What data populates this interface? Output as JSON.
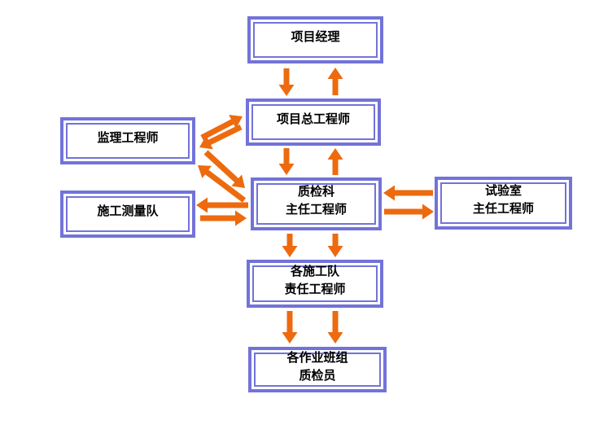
{
  "diagram": {
    "type": "flowchart",
    "colors": {
      "box_border": "#7273d9",
      "box_fill": "#ffffff",
      "arrow": "#ed6a0e",
      "text": "#000000",
      "background": "#ffffff"
    },
    "boxes": [
      {
        "id": "project-manager",
        "label": "项目经理"
      },
      {
        "id": "chief-engineer",
        "label": "项目总工程师"
      },
      {
        "id": "supervision-engineer",
        "label": "监理工程师"
      },
      {
        "id": "survey-team",
        "label": "施工测量队"
      },
      {
        "id": "quality-dept",
        "label": "质检科\n主任工程师"
      },
      {
        "id": "laboratory",
        "label": "试验室\n主任工程师"
      },
      {
        "id": "construction-teams",
        "label": "各施工队\n责任工程师"
      },
      {
        "id": "work-crews",
        "label": "各作业班组\n质检员"
      }
    ],
    "connections": [
      {
        "from": "project-manager",
        "to": "chief-engineer",
        "geometry": [
          352,
          84,
          352,
          118
        ]
      },
      {
        "from": "chief-engineer",
        "to": "project-manager",
        "geometry": [
          412,
          117,
          412,
          83
        ]
      },
      {
        "from": "chief-engineer",
        "to": "quality-dept",
        "geometry": [
          352,
          182,
          352,
          215
        ]
      },
      {
        "from": "quality-dept",
        "to": "chief-engineer",
        "geometry": [
          412,
          215,
          412,
          182
        ]
      },
      {
        "from": "supervision-engineer",
        "to": "chief-engineer",
        "geometry": [
          248,
          169,
          298,
          143
        ]
      },
      {
        "from": "chief-engineer",
        "to": "supervision-engineer",
        "geometry": [
          296,
          156,
          245,
          181
        ]
      },
      {
        "from": "supervision-engineer",
        "to": "quality-dept",
        "geometry": [
          253,
          187,
          301,
          231
        ]
      },
      {
        "from": "quality-dept",
        "to": "supervision-engineer",
        "geometry": [
          300,
          246,
          243,
          203
        ]
      },
      {
        "from": "quality-dept",
        "to": "survey-team",
        "geometry": [
          305,
          252,
          241,
          252
        ]
      },
      {
        "from": "survey-team",
        "to": "quality-dept",
        "geometry": [
          246,
          268,
          303,
          268
        ]
      },
      {
        "from": "laboratory",
        "to": "quality-dept",
        "geometry": [
          532,
          237,
          471,
          237
        ]
      },
      {
        "from": "quality-dept",
        "to": "laboratory",
        "geometry": [
          472,
          260,
          533,
          260
        ]
      },
      {
        "from": "quality-dept",
        "to": "construction-teams",
        "geometry": [
          356,
          287,
          356,
          316
        ]
      },
      {
        "from": "quality-dept",
        "to": "construction-teams",
        "geometry": [
          412,
          287,
          412,
          316
        ]
      },
      {
        "from": "construction-teams",
        "to": "work-crews",
        "geometry": [
          356,
          382,
          356,
          422
        ]
      },
      {
        "from": "construction-teams",
        "to": "work-crews",
        "geometry": [
          412,
          382,
          412,
          422
        ]
      }
    ]
  }
}
